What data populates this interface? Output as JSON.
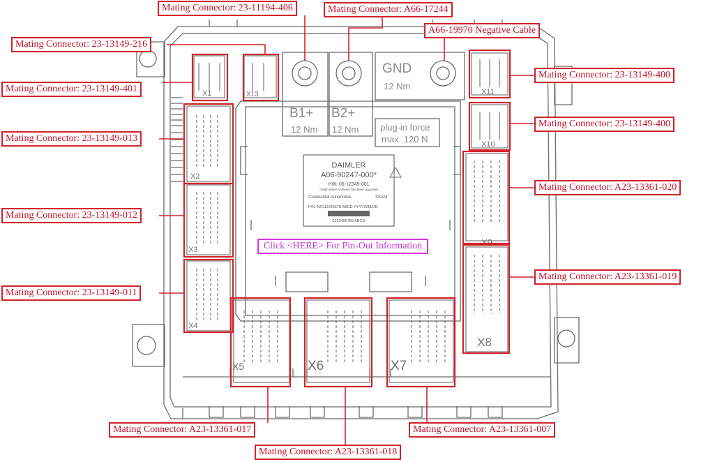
{
  "colors": {
    "callout_red": "#d2232a",
    "link_magenta": "#c733d9",
    "outline_gray": "#6b6b6b"
  },
  "pinout_link": "Click <HERE> For Pin-Out Information",
  "callouts": {
    "x1": "Mating Connector: 23-13149-401",
    "x13": "Mating Connector: 23-13149-216",
    "b1": "Mating Connector: 23-11194-406",
    "b2": "Mating Connector: A66-17244",
    "gnd": "A66-19970 Negative Cable",
    "x11": "Mating Connector: 23-13149-400",
    "x10": "Mating Connector: 23-13149-400",
    "x2": "Mating Connector: 23-13149-013",
    "x3": "Mating Connector: 23-13149-012",
    "x4": "Mating Connector: 23-13149-011",
    "x9": "Mating Connector: A23-13361-020",
    "x8": "Mating Connector: A23-13361-019",
    "x5": "Mating Connector: A23-13361-017",
    "x6": "Mating Connector: A23-13361-018",
    "x7": "Mating Connector: A23-13361-007"
  },
  "connector_ids": {
    "x1": "X1",
    "x13": "X13",
    "x11": "X11",
    "x10": "X10",
    "x2": "X2",
    "x3": "X3",
    "x4": "X4",
    "x9": "X9",
    "x8": "X8",
    "x5": "X5",
    "x6": "X6",
    "x7": "X7"
  },
  "terminals": {
    "b1_label": "B1+",
    "b1_torque": "12  Nm",
    "b2_label": "B2+",
    "b2_torque": "12  Nm",
    "gnd_label": "GND",
    "gnd_torque": "12  Nm"
  },
  "plugin_note": {
    "line1": "plug-in  force",
    "line2": "max.  120  N"
  },
  "product_label": {
    "brand": "DAIMLER",
    "part": "A06-90247-000*",
    "hw": "HW: 06-12345-001",
    "note": "*Valid unless software has been upgraded",
    "maker": "Continental Automotive",
    "product": "SSAM",
    "pn": "P/N: A2C12345678 ABCD   YYYY/MM/DD",
    "barcode_text": "0123456789 ABCD"
  }
}
